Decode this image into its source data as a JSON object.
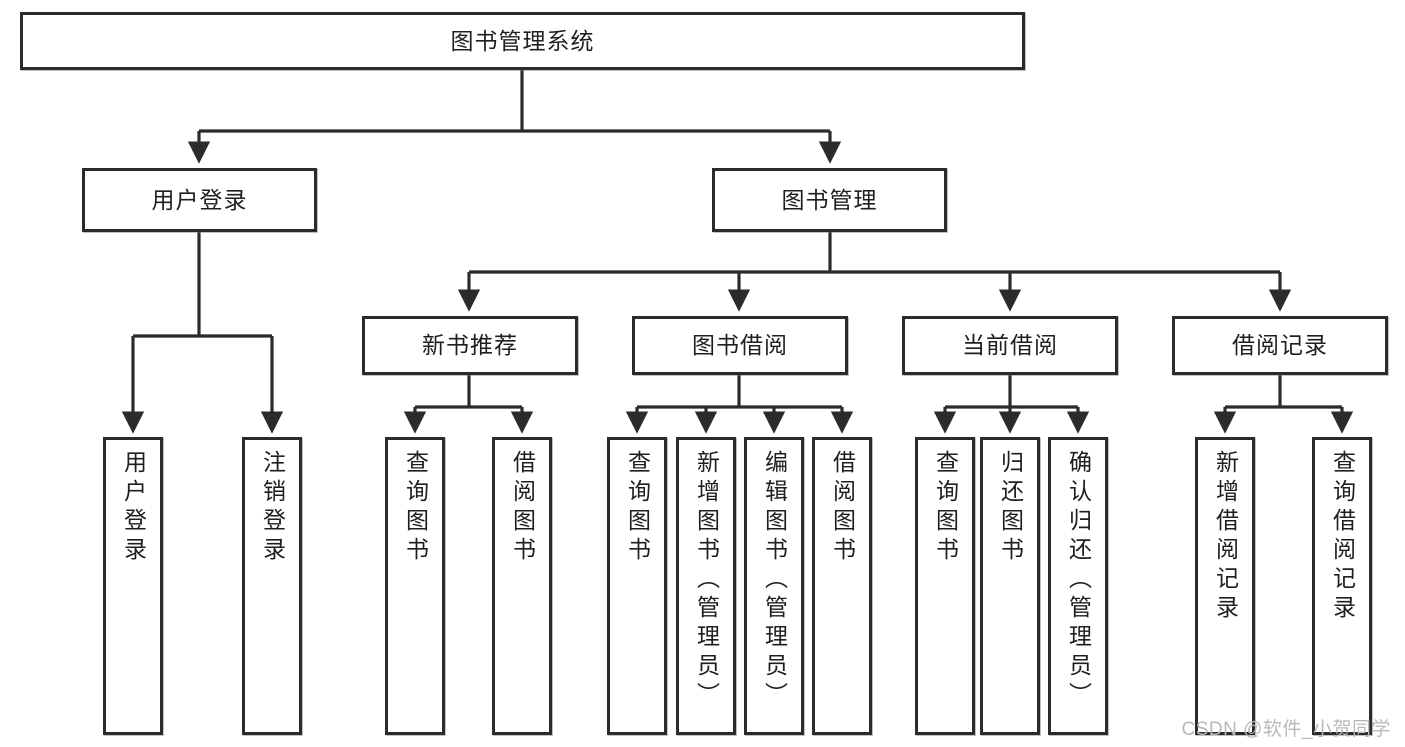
{
  "diagram": {
    "title": "图书管理系统",
    "type": "tree-hierarchy",
    "root": {
      "id": "root",
      "label": "图书管理系统"
    },
    "level1": [
      {
        "id": "user-login",
        "label": "用户登录"
      },
      {
        "id": "book-manage",
        "label": "图书管理"
      }
    ],
    "level2": [
      {
        "id": "new-book-rec",
        "label": "新书推荐",
        "parent": "book-manage"
      },
      {
        "id": "book-borrow",
        "label": "图书借阅",
        "parent": "book-manage"
      },
      {
        "id": "current-borrow",
        "label": "当前借阅",
        "parent": "book-manage"
      },
      {
        "id": "borrow-record",
        "label": "借阅记录",
        "parent": "book-manage"
      }
    ],
    "leaves": {
      "user_login": [
        {
          "id": "leaf-user-login",
          "label": "用户登录"
        },
        {
          "id": "leaf-logout",
          "label": "注销登录"
        }
      ],
      "new_book_rec": [
        {
          "id": "leaf-query-book-1",
          "label": "查询图书"
        },
        {
          "id": "leaf-borrow-book-1",
          "label": "借阅图书"
        }
      ],
      "book_borrow": [
        {
          "id": "leaf-query-book-2",
          "label": "查询图书"
        },
        {
          "id": "leaf-add-book",
          "label": "新增图书（管理员）"
        },
        {
          "id": "leaf-edit-book",
          "label": "编辑图书（管理员）"
        },
        {
          "id": "leaf-borrow-book-2",
          "label": "借阅图书"
        }
      ],
      "current_borrow": [
        {
          "id": "leaf-query-book-3",
          "label": "查询图书"
        },
        {
          "id": "leaf-return-book",
          "label": "归还图书"
        },
        {
          "id": "leaf-confirm-return",
          "label": "确认归还（管理员）"
        }
      ],
      "borrow_record": [
        {
          "id": "leaf-add-record",
          "label": "新增借阅记录"
        },
        {
          "id": "leaf-query-record",
          "label": "查询借阅记录"
        }
      ]
    }
  },
  "watermark": "CSDN @软件_小贺同学",
  "colors": {
    "stroke": "#2b2b2b",
    "fill": "#ffffff",
    "text": "#1f1f1f",
    "watermark": "#b9b9b9"
  }
}
